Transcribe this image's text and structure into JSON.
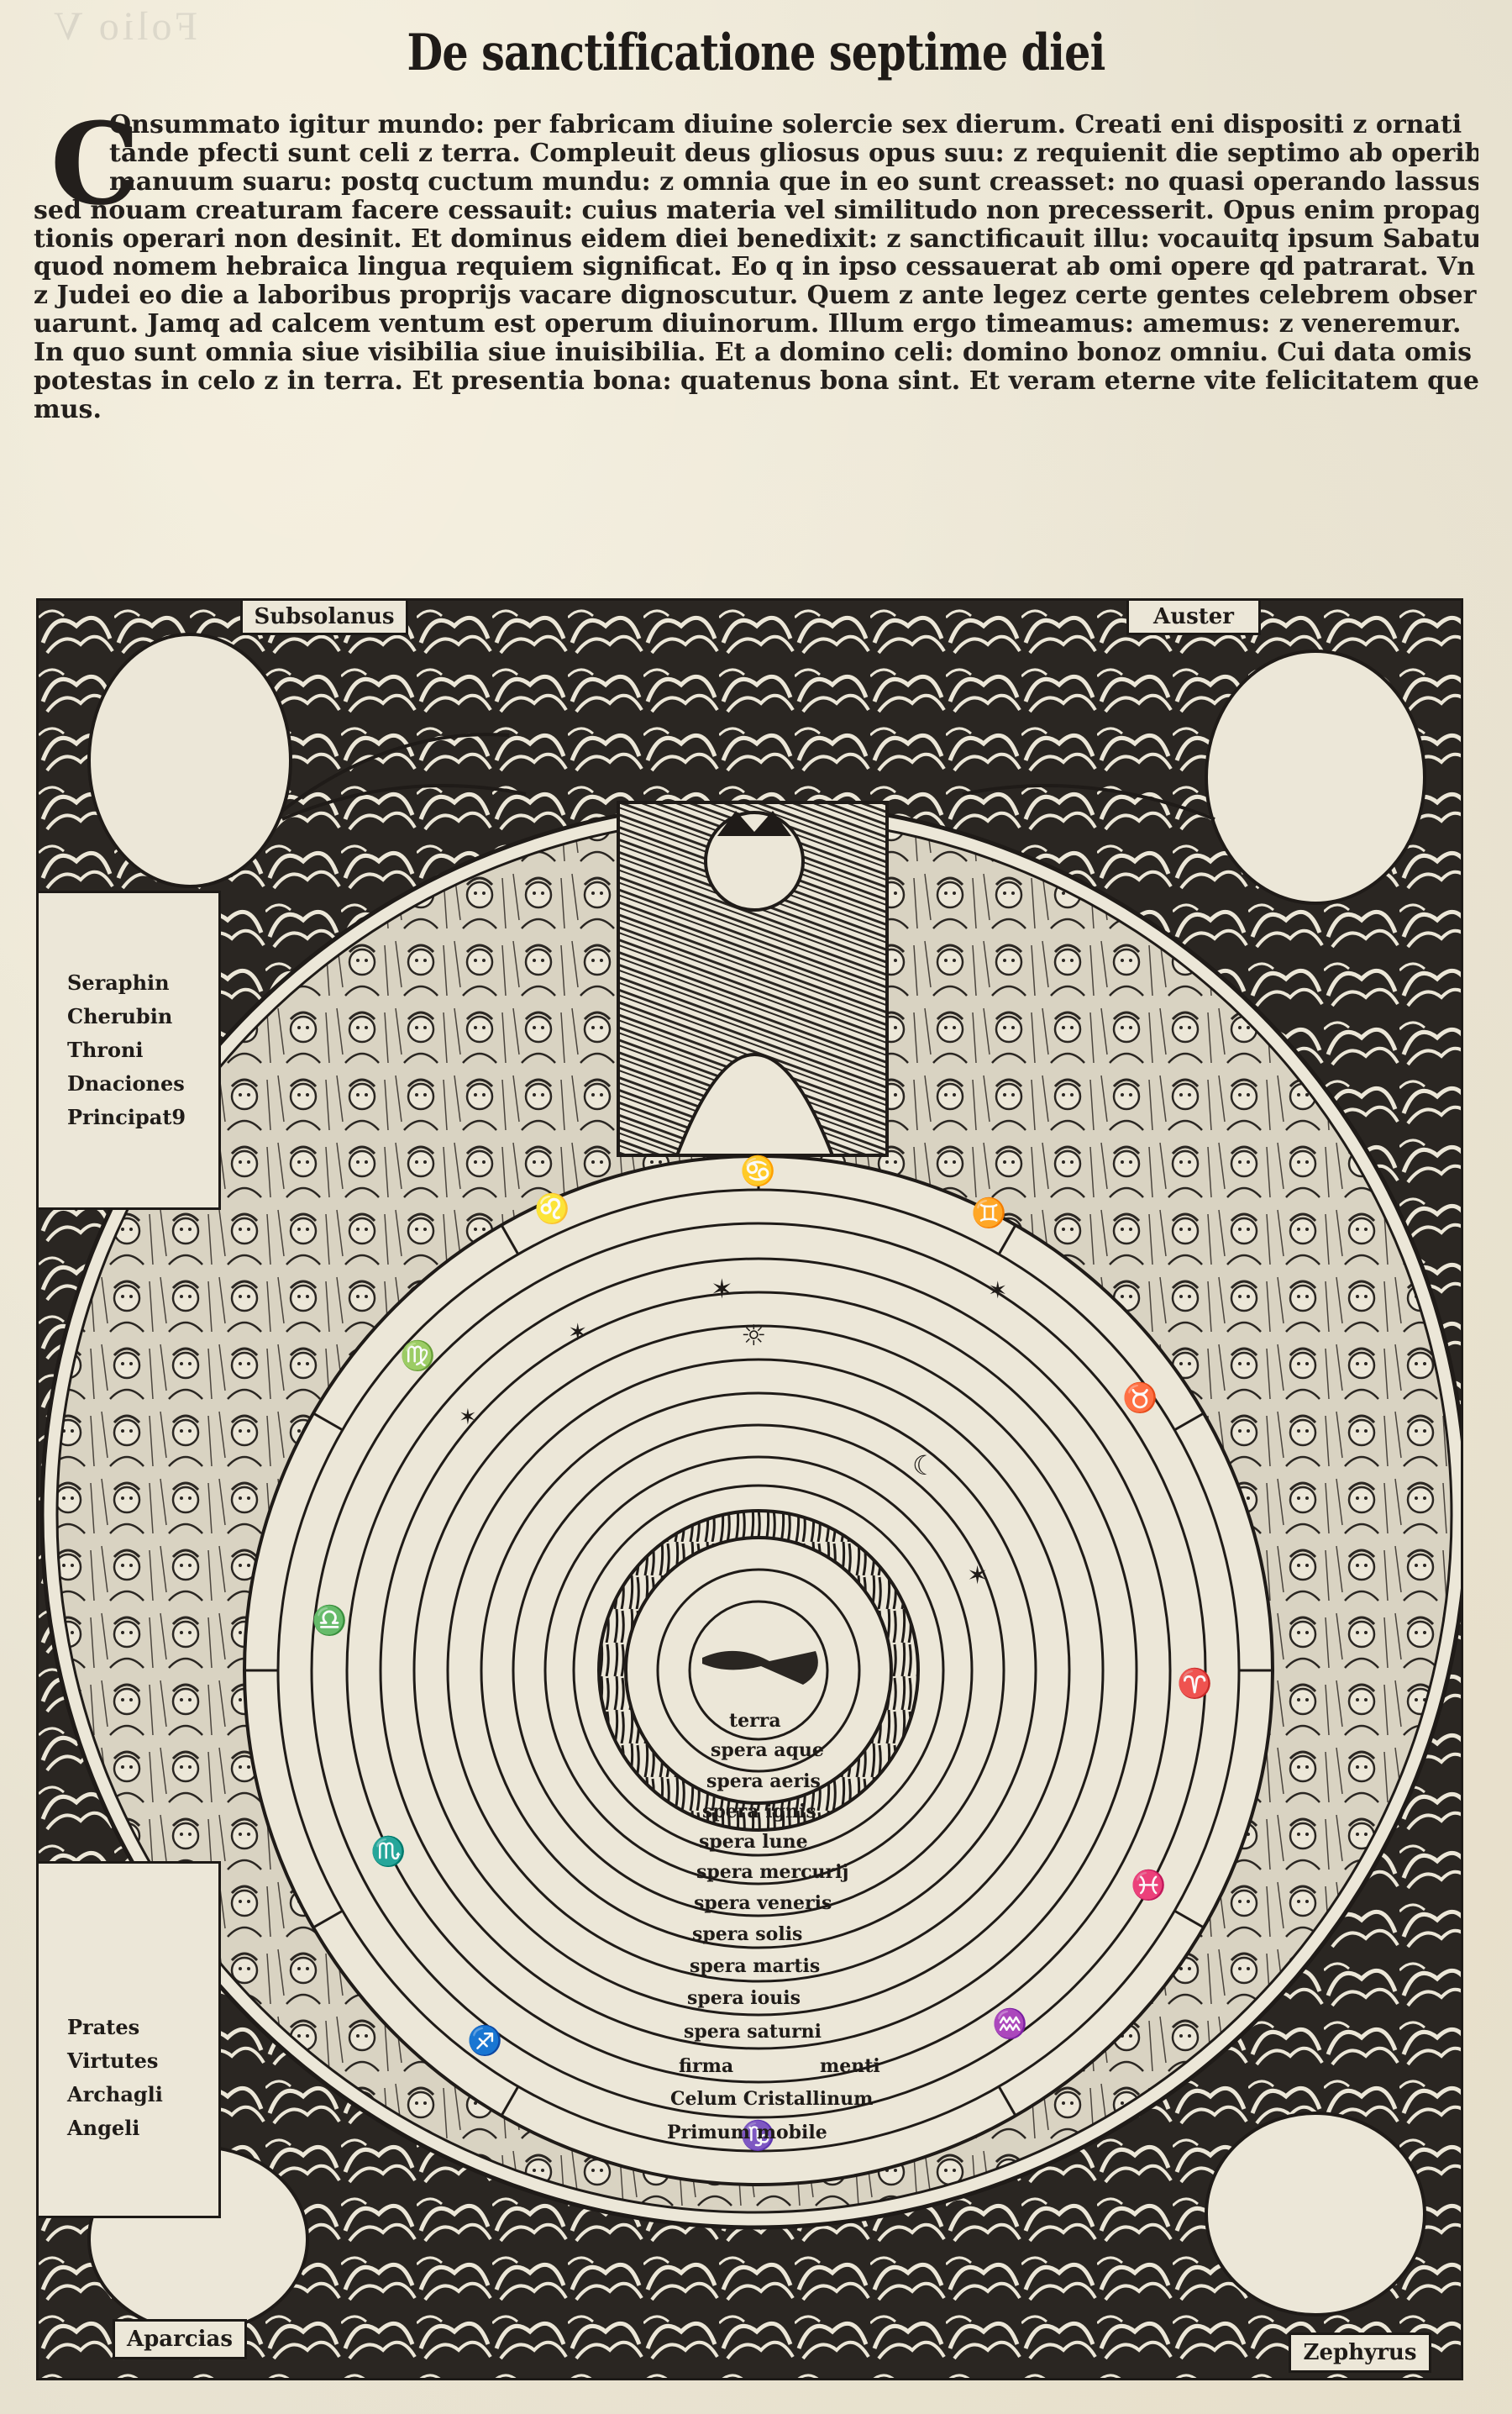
{
  "page": {
    "bleed_through_mark": "Folio V",
    "title": "De sanctificatione septime diei",
    "drop_cap": "C",
    "body_lines": [
      "Onsummato igitur mundo: per fabricam diuine solercie sex dierum. Creati eni dispositi z ornati",
      "tande pfecti sunt celi z terra. Compleuit deus gliosus opus suu: z requienit die septimo ab operibus",
      "manuum suaru: postq cuctum mundu: z omnia que in eo sunt creasset: no quasi operando lassus:",
      "sed nouam creaturam facere cessauit: cuius materia vel similitudo non precesserit. Opus enim propaga/",
      "tionis operari non desinit. Et dominus eidem diei benedixit: z sanctificauit illu: vocauitq ipsum Sabatu",
      "quod nomem hebraica lingua requiem significat. Eo q in ipso cessauerat ab omi opere qd patrarat. Vn",
      "z Judei eo die a laboribus proprijs vacare dignoscutur. Quem z ante legez certe gentes celebrem obser",
      "uarunt. Jamq ad calcem ventum est operum diuinorum. Illum ergo timeamus: amemus: z veneremur.",
      "In quo sunt omnia siue visibilia siue inuisibilia. Et a domino celi: domino bonoz omniu. Cui data omis",
      "potestas in celo z in terra. Et presentia bona: quatenus bona sint. Et veram eterne vite felicitatem quera/",
      "mus."
    ]
  },
  "woodcut": {
    "winds": {
      "top_left": "Subsolanus",
      "top_right": "Auster",
      "bottom_left": "Aparcias",
      "bottom_right": "Zephyrus"
    },
    "choirs_upper": [
      "Seraphin",
      "Cherubin",
      "Throni",
      "Dnaciones",
      "Principat9"
    ],
    "choirs_lower": [
      "Prates",
      "Virtutes",
      "Archagli",
      "Angeli"
    ],
    "spheres": [
      "terra",
      "spera aque",
      "spera aeris",
      "spera ignis",
      "spera lune",
      "spera mercurij",
      "spera veneris",
      "spera solis",
      "spera martis",
      "spera iouis",
      "spera saturni",
      "firma",
      "menti",
      "Celum Cristallinum",
      "Primum mobile"
    ],
    "colors": {
      "ink": "#1f1b18",
      "paper": "#ece7d8",
      "woodcut_bg": "#2a2622"
    }
  }
}
